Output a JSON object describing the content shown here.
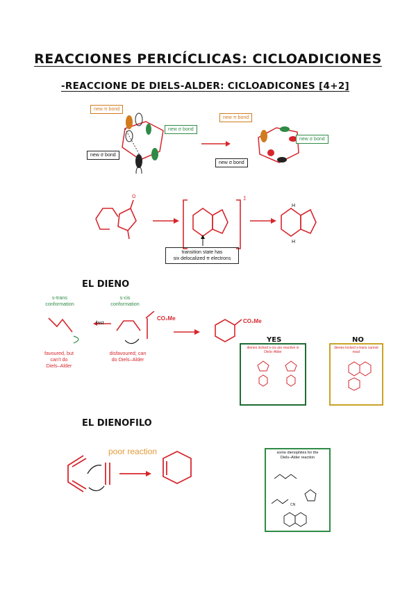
{
  "title": "REACCIONES PERICÍCLICAS: CICLOADICIONES",
  "subtitle": "-REACCIONE DE DIELS-ALDER: CICLOADICONES [4+2]",
  "orbital_diagram": {
    "left": {
      "new_pi_bond": "new π bond",
      "new_sigma_bond_green": "new σ bond",
      "new_sigma_bond_black": "new σ bond"
    },
    "right": {
      "new_pi_bond": "new π bond",
      "new_sigma_bond_green": "new σ bond",
      "new_sigma_bond_black": "new σ bond"
    }
  },
  "mechanism": {
    "transition_state_note_line1": "transition state has",
    "transition_state_note_line2": "six delocalized π electrons",
    "dagger": "‡",
    "H": "H",
    "O": "O"
  },
  "diene_section": {
    "heading": "EL DIENO",
    "s_trans_line1": "s-trans",
    "s_trans_line2": "conformation",
    "s_cis_line1": "s-cis",
    "s_cis_line2": "conformation",
    "fast": "fast",
    "co2me": "CO₂Me",
    "favoured_line1": "favoured, but",
    "favoured_line2": "can't do",
    "favoured_line3": "Diels–Alder",
    "disfavoured_line1": "disfavoured; can",
    "disfavoured_line2": "do Diels–Alder",
    "yes_label": "YES",
    "no_label": "NO",
    "yes_box_caption": "dienes locked s-cis are reactive in Diels–Alder",
    "yes_items": [
      "cyclopentadiene",
      "furan",
      "s-cis diene",
      "cyclohexadiene"
    ],
    "no_box_caption": "dienes locked s-trans cannot react",
    "colors": {
      "yes_border": "#1e6b35",
      "no_border": "#c9a227"
    }
  },
  "dienophile_section": {
    "heading": "EL DIENOFILO",
    "poor_reaction": "poor reaction",
    "box_caption_line1": "some dienophiles for the",
    "box_caption_line2": "Diels–Alder reaction",
    "CN": "CN",
    "colors": {
      "box_border": "#2e8b46",
      "poor_reaction_color": "#e39a3a"
    }
  },
  "colors": {
    "red": "#d6262c",
    "green": "#2e8b46",
    "orange": "#d27a1e"
  }
}
